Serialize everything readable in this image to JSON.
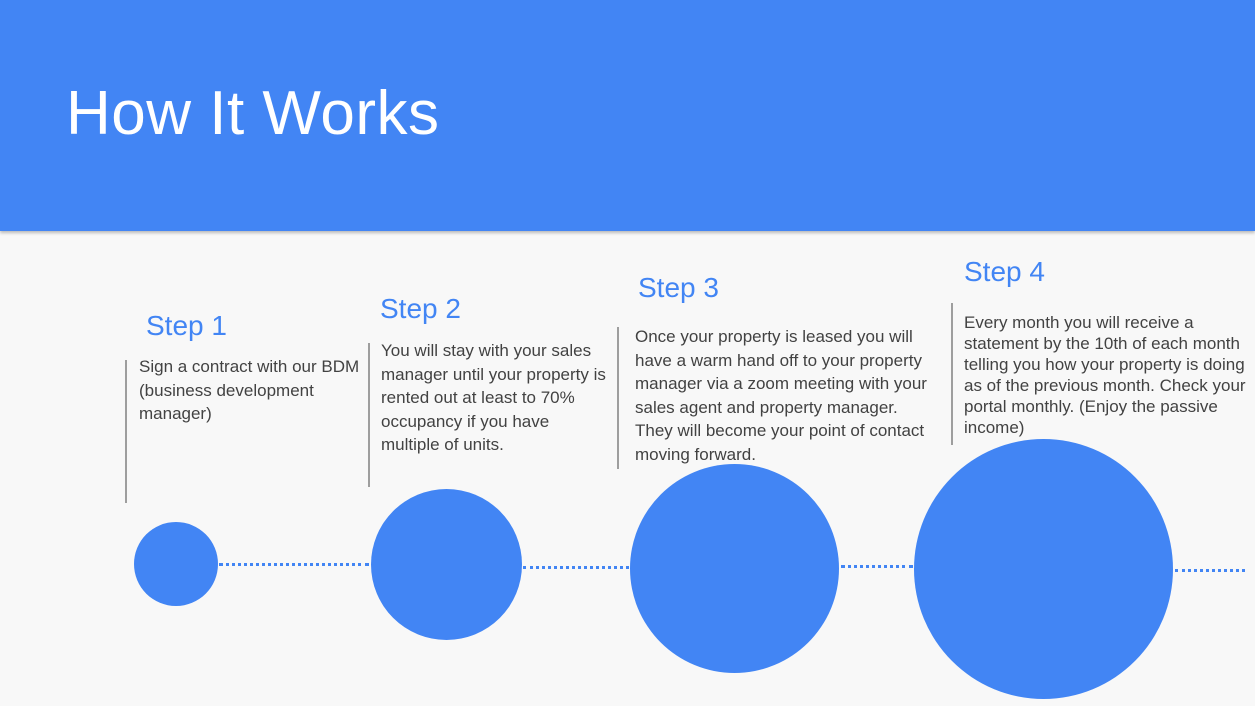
{
  "title": "How It Works",
  "steps": [
    {
      "label": "Step 1",
      "description": "Sign a contract with our BDM (business development manager)"
    },
    {
      "label": "Step 2",
      "description": "You will stay with your sales manager until your property is rented out at least to 70% occupancy if you have multiple of units."
    },
    {
      "label": "Step 3",
      "description": "Once your property is leased you will have a warm hand off to your property manager via a zoom meeting with your sales agent and property manager. They will become your point of contact moving forward."
    },
    {
      "label": "Step 4",
      "description": "Every month you will receive a statement by the 10th of each month telling you how your property is doing as of the previous month. Check your portal monthly. (Enjoy the passive income)"
    }
  ],
  "colors": {
    "accent": "#4285f4",
    "text": "#424242",
    "background": "#f8f8f8"
  }
}
